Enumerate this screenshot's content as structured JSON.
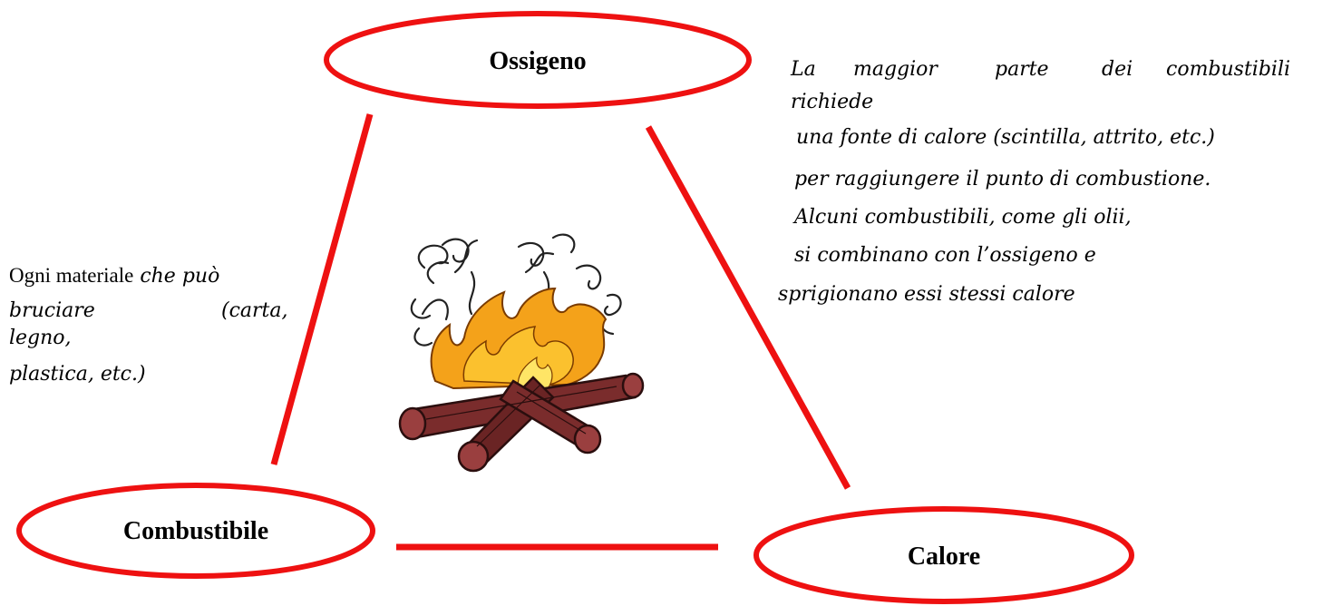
{
  "nodes": {
    "oxygen": "Ossigeno",
    "fuel": "Combustibile",
    "heat": "Calore"
  },
  "colors": {
    "accent": "#ee1111",
    "flame_outer": "#f4a21a",
    "flame_inner": "#fbd33a",
    "log": "#7a2c2c"
  },
  "fuel_note": {
    "line1_plain": "Ogni materiale",
    "line1_italic": "che può",
    "line2_a": "bruciare",
    "line2_b": "(carta,",
    "line3": "legno,",
    "line4": "plastica, etc.)"
  },
  "heat_note": {
    "line1_words": [
      "La",
      "maggior",
      "parte",
      "dei",
      "combustibili"
    ],
    "line2": "richiede",
    "line3": "una fonte di calore (scintilla, attrito, etc.)",
    "line4": "per raggiungere il punto di combustione.",
    "line5": "Alcuni combustibili, come gli olii,",
    "line6": "si combinano con l’ossigeno e",
    "line7": "sprigionano essi stessi calore"
  },
  "icons": {
    "center": "campfire-icon"
  }
}
